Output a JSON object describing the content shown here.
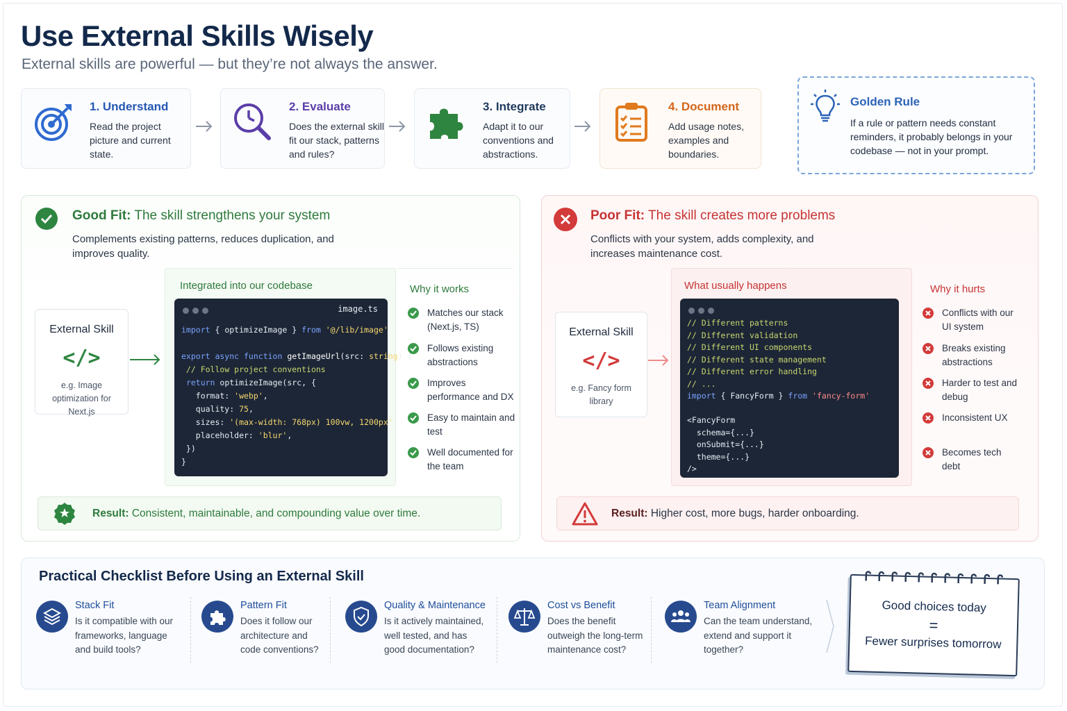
{
  "header": {
    "title": "Use External Skills Wisely",
    "subtitle": "External skills are powerful — but they’re not always the answer."
  },
  "steps": [
    {
      "title": "1. Understand",
      "desc": "Read the project picture and current state.",
      "icon": "target-icon",
      "color": "#2f6ad0"
    },
    {
      "title": "2. Evaluate",
      "desc": "Does the external skill fit our stack, patterns and rules?",
      "icon": "magnifier-icon",
      "color": "#5a3ea8"
    },
    {
      "title": "3. Integrate",
      "desc": "Adapt it to our conventions and abstractions.",
      "icon": "puzzle-icon",
      "color": "#2e8540"
    },
    {
      "title": "4. Document",
      "desc": "Add usage notes, examples and boundaries.",
      "icon": "clipboard-icon",
      "color": "#e07a1f"
    }
  ],
  "golden": {
    "title": "Golden Rule",
    "desc": "If a rule or pattern needs constant reminders, it probably belongs in your codebase — not in your prompt.",
    "icon": "lightbulb-icon"
  },
  "good": {
    "label": "Good Fit:",
    "heading": "The skill strengthens your system",
    "desc": "Complements existing patterns, reduces duplication, and improves quality.",
    "skill": {
      "title": "External Skill",
      "example": "e.g. Image optimization for Next.js"
    },
    "code_title": "Integrated into our codebase",
    "filename": "image.ts",
    "why_title": "Why it works",
    "why": [
      "Matches our stack (Next.js, TS)",
      "Follows existing abstractions",
      "Improves performance and DX",
      "Easy to maintain and test",
      "Well documented for the team"
    ],
    "result_label": "Result:",
    "result_text": "Consistent, maintainable, and compounding value over time.",
    "color": "#2e8540"
  },
  "poor": {
    "label": "Poor Fit:",
    "heading": "The skill creates more problems",
    "desc": "Conflicts with your system, adds complexity, and increases maintenance cost.",
    "skill": {
      "title": "External Skill",
      "example": "e.g. Fancy form library"
    },
    "code_title": "What usually happens",
    "why_title": "Why it hurts",
    "why": [
      "Conflicts with our UI system",
      "Breaks existing abstractions",
      "Harder to test and debug",
      "Inconsistent UX",
      "Becomes tech debt"
    ],
    "result_label": "Result:",
    "result_text": "Higher cost, more bugs, harder onboarding.",
    "color": "#d33a3a"
  },
  "checklist": {
    "title": "Practical Checklist Before Using an External Skill",
    "items": [
      {
        "title": "Stack Fit",
        "desc": "Is it compatible with our frameworks, language and build tools?",
        "icon": "layers-icon"
      },
      {
        "title": "Pattern Fit",
        "desc": "Does it follow our architecture and code conventions?",
        "icon": "puzzle-icon"
      },
      {
        "title": "Quality & Maintenance",
        "desc": "Is it actively maintained, well tested, and has good documentation?",
        "icon": "shield-check-icon"
      },
      {
        "title": "Cost vs Benefit",
        "desc": "Does the benefit outweigh the long-term maintenance cost?",
        "icon": "scales-icon"
      },
      {
        "title": "Team Alignment",
        "desc": "Can the team understand, extend and support it together?",
        "icon": "team-icon"
      }
    ]
  },
  "note": {
    "line1": "Good choices today",
    "equals": "=",
    "line2": "Fewer surprises tomorrow"
  }
}
